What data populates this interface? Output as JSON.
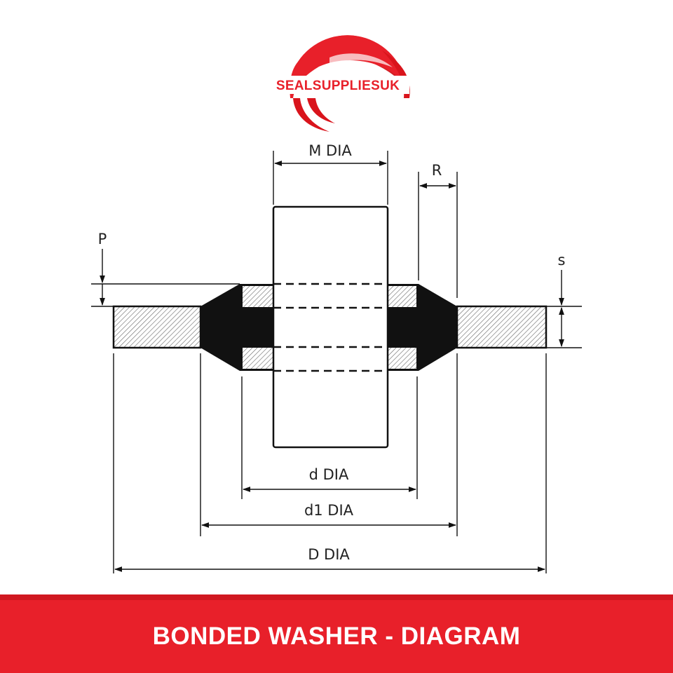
{
  "logo": {
    "text": "SEALSUPPLIESUK"
  },
  "labels": {
    "m_dia": "M DIA",
    "r": "R",
    "p": "P",
    "s": "s",
    "d_dia": "d DIA",
    "d1_dia": "d1 DIA",
    "D_dia": "D DIA"
  },
  "footer": {
    "title": "BONDED WASHER - DIAGRAM"
  },
  "colors": {
    "brand_red": "#e8202a",
    "ink": "#111111",
    "hatch": "#555555"
  }
}
